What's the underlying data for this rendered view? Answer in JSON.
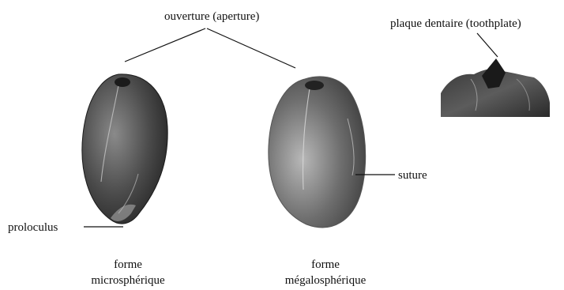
{
  "labels": {
    "aperture": "ouverture (aperture)",
    "toothplate": "plaque dentaire (toothplate)",
    "suture": "suture",
    "proloculus": "proloculus",
    "micro_line1": "forme",
    "micro_line2": "microsphérique",
    "mega_line1": "forme",
    "mega_line2": "mégalosphérique"
  },
  "colors": {
    "label_text": "#111111",
    "leader_line": "#111111",
    "specimen_dark": "#2e2e2e",
    "specimen_mid": "#6a6a6a",
    "specimen_light": "#d8d8d8"
  }
}
